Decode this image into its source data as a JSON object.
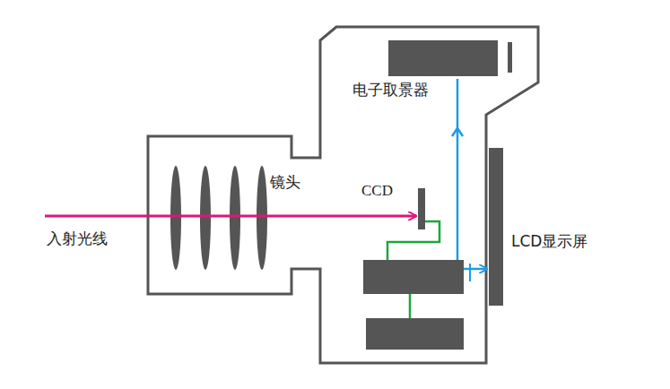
{
  "diagram": {
    "labels": [
      "电子取景器",
      "镜头",
      "CCD",
      "入射光线",
      "LCD显示屏"
    ]
  }
}
